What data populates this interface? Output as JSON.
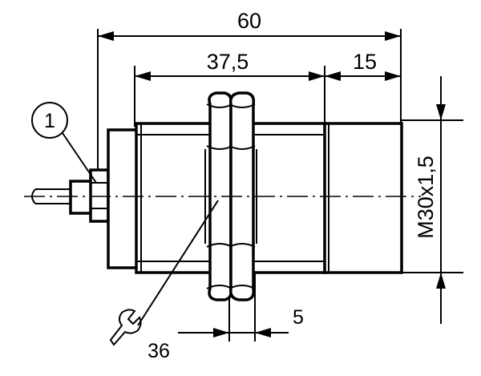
{
  "drawing": {
    "dimensions": {
      "overall_length": "60",
      "thread_length": "37,5",
      "head_length": "15",
      "thread_size": "M30x1,5",
      "nut_thickness": "5",
      "wrench_size": "36"
    },
    "callouts": {
      "item_1": "1"
    },
    "icons": {
      "wrench": "wrench-icon"
    }
  }
}
